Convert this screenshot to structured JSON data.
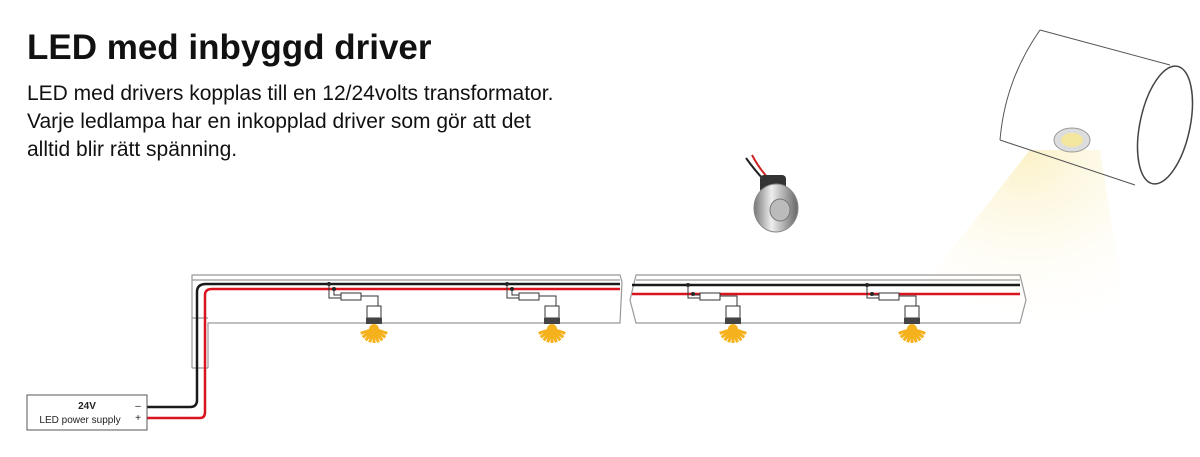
{
  "title": "LED med inbyggd driver",
  "description": [
    "LED med drivers kopplas till en 12/24volts transformator.",
    "Varje ledlampa har en inkopplad driver som gör att det",
    "alltid blir rätt spänning."
  ],
  "power_supply": {
    "voltage": "24V",
    "label": "LED power supply",
    "minus": "–",
    "plus": "+"
  },
  "colors": {
    "positive_wire": "#d9141e",
    "negative_wire": "#1a1a1a",
    "light": "#f5b21c"
  }
}
